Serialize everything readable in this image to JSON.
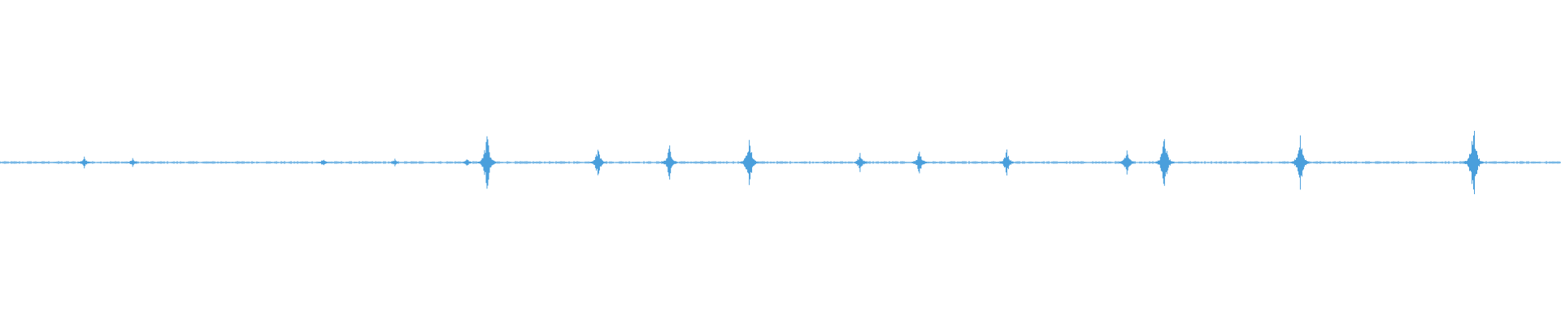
{
  "waveform": {
    "color": "#4a9fdc",
    "background": "#ffffff",
    "peak_amplitude": 0.11,
    "baseline_amplitude": 0.004,
    "spikes": [
      {
        "position": 0.054,
        "amplitude": 0.02
      },
      {
        "position": 0.085,
        "amplitude": 0.014
      },
      {
        "position": 0.207,
        "amplitude": 0.012
      },
      {
        "position": 0.253,
        "amplitude": 0.012
      },
      {
        "position": 0.299,
        "amplitude": 0.014
      },
      {
        "position": 0.312,
        "amplitude": 0.11
      },
      {
        "position": 0.383,
        "amplitude": 0.05
      },
      {
        "position": 0.429,
        "amplitude": 0.06
      },
      {
        "position": 0.48,
        "amplitude": 0.09
      },
      {
        "position": 0.551,
        "amplitude": 0.03
      },
      {
        "position": 0.589,
        "amplitude": 0.04
      },
      {
        "position": 0.645,
        "amplitude": 0.045
      },
      {
        "position": 0.722,
        "amplitude": 0.05
      },
      {
        "position": 0.746,
        "amplitude": 0.1
      },
      {
        "position": 0.833,
        "amplitude": 0.1
      },
      {
        "position": 0.944,
        "amplitude": 0.14
      }
    ]
  }
}
